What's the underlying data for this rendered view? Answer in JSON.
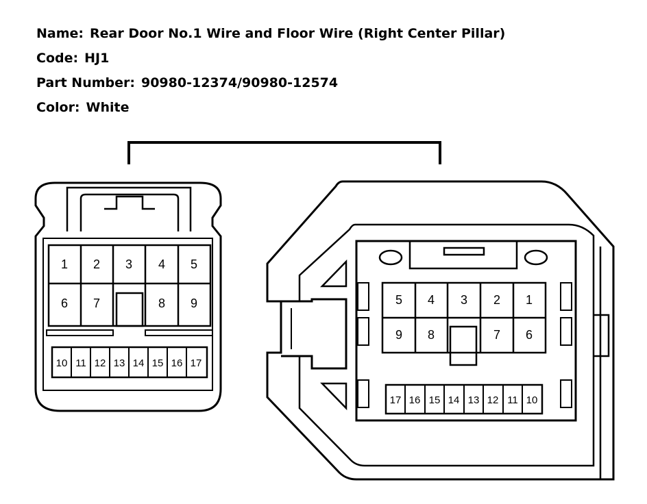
{
  "info": {
    "name_label": "Name:",
    "name_value": "Rear Door No.1 Wire and Floor Wire (Right Center Pillar)",
    "code_label": "Code:",
    "code_value": "HJ1",
    "part_label": "Part Number:",
    "part_value": "90980-12374/90980-12574",
    "color_label": "Color:",
    "color_value": "White"
  },
  "left_connector": {
    "row1": [
      "1",
      "2",
      "3",
      "4",
      "5"
    ],
    "row2": [
      "6",
      "7",
      "8",
      "9"
    ],
    "row3": [
      "10",
      "11",
      "12",
      "13",
      "14",
      "15",
      "16",
      "17"
    ]
  },
  "right_connector": {
    "row1": [
      "5",
      "4",
      "3",
      "2",
      "1"
    ],
    "row2": [
      "9",
      "8",
      "7",
      "6"
    ],
    "row3": [
      "17",
      "16",
      "15",
      "14",
      "13",
      "12",
      "11",
      "10"
    ]
  }
}
